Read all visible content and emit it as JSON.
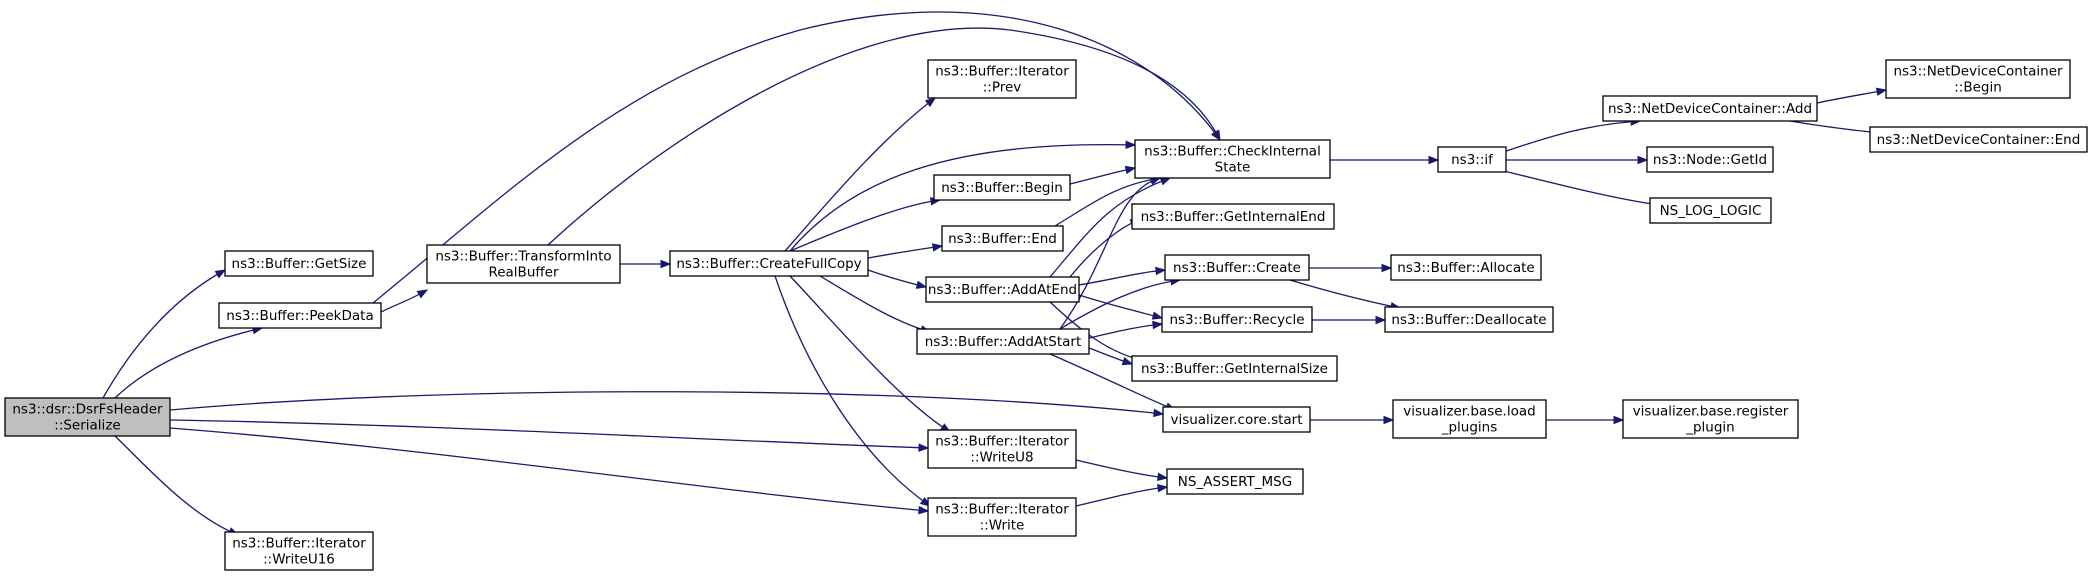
{
  "nodes": {
    "root": {
      "lines": [
        "ns3::dsr::DsrFsHeader",
        "::Serialize"
      ],
      "fill": "#bfbfbf"
    },
    "getsize": {
      "lines": [
        "ns3::Buffer::GetSize"
      ]
    },
    "peekdata": {
      "lines": [
        "ns3::Buffer::PeekData"
      ]
    },
    "writeu16": {
      "lines": [
        "ns3::Buffer::Iterator",
        "::WriteU16"
      ]
    },
    "transform": {
      "lines": [
        "ns3::Buffer::TransformInto",
        "RealBuffer"
      ]
    },
    "createfull": {
      "lines": [
        "ns3::Buffer::CreateFullCopy"
      ]
    },
    "prev": {
      "lines": [
        "ns3::Buffer::Iterator",
        "::Prev"
      ]
    },
    "begin": {
      "lines": [
        "ns3::Buffer::Begin"
      ]
    },
    "end": {
      "lines": [
        "ns3::Buffer::End"
      ]
    },
    "addatend": {
      "lines": [
        "ns3::Buffer::AddAtEnd"
      ]
    },
    "addatstart": {
      "lines": [
        "ns3::Buffer::AddAtStart"
      ]
    },
    "writeu8": {
      "lines": [
        "ns3::Buffer::Iterator",
        "::WriteU8"
      ]
    },
    "write": {
      "lines": [
        "ns3::Buffer::Iterator",
        "::Write"
      ]
    },
    "checkinternal": {
      "lines": [
        "ns3::Buffer::CheckInternal",
        "State"
      ]
    },
    "getinternalend": {
      "lines": [
        "ns3::Buffer::GetInternalEnd"
      ]
    },
    "create": {
      "lines": [
        "ns3::Buffer::Create"
      ]
    },
    "recycle": {
      "lines": [
        "ns3::Buffer::Recycle"
      ]
    },
    "getinternalsize": {
      "lines": [
        "ns3::Buffer::GetInternalSize"
      ]
    },
    "vcstart": {
      "lines": [
        "visualizer.core.start"
      ]
    },
    "assert": {
      "lines": [
        "NS_ASSERT_MSG"
      ]
    },
    "nsif": {
      "lines": [
        "ns3::if"
      ]
    },
    "allocate": {
      "lines": [
        "ns3::Buffer::Allocate"
      ]
    },
    "deallocate": {
      "lines": [
        "ns3::Buffer::Deallocate"
      ]
    },
    "loadplugins": {
      "lines": [
        "visualizer.base.load",
        "_plugins"
      ]
    },
    "ndcadd": {
      "lines": [
        "ns3::NetDeviceContainer::Add"
      ]
    },
    "getid": {
      "lines": [
        "ns3::Node::GetId"
      ]
    },
    "loglogic": {
      "lines": [
        "NS_LOG_LOGIC"
      ]
    },
    "registerplugin": {
      "lines": [
        "visualizer.base.register",
        "_plugin"
      ]
    },
    "ndcbegin": {
      "lines": [
        "ns3::NetDeviceContainer",
        "::Begin"
      ]
    },
    "ndcend": {
      "lines": [
        "ns3::NetDeviceContainer::End"
      ]
    }
  },
  "edges": [
    [
      "root",
      "getsize"
    ],
    [
      "root",
      "peekdata"
    ],
    [
      "root",
      "writeu16"
    ],
    [
      "root",
      "vcstart"
    ],
    [
      "root",
      "writeu8"
    ],
    [
      "root",
      "write"
    ],
    [
      "peekdata",
      "transform"
    ],
    [
      "peekdata",
      "checkinternal"
    ],
    [
      "transform",
      "createfull"
    ],
    [
      "transform",
      "checkinternal"
    ],
    [
      "createfull",
      "prev"
    ],
    [
      "createfull",
      "checkinternal"
    ],
    [
      "createfull",
      "begin"
    ],
    [
      "createfull",
      "end"
    ],
    [
      "createfull",
      "addatend"
    ],
    [
      "createfull",
      "addatstart"
    ],
    [
      "createfull",
      "writeu8"
    ],
    [
      "createfull",
      "write"
    ],
    [
      "begin",
      "checkinternal"
    ],
    [
      "end",
      "checkinternal"
    ],
    [
      "addatend",
      "checkinternal"
    ],
    [
      "addatend",
      "getinternalend"
    ],
    [
      "addatend",
      "create"
    ],
    [
      "addatend",
      "recycle"
    ],
    [
      "addatend",
      "getinternalsize"
    ],
    [
      "addatstart",
      "checkinternal"
    ],
    [
      "addatstart",
      "create"
    ],
    [
      "addatstart",
      "recycle"
    ],
    [
      "addatstart",
      "getinternalsize"
    ],
    [
      "addatstart",
      "vcstart"
    ],
    [
      "writeu8",
      "assert"
    ],
    [
      "write",
      "assert"
    ],
    [
      "checkinternal",
      "nsif"
    ],
    [
      "nsif",
      "ndcadd"
    ],
    [
      "nsif",
      "getid"
    ],
    [
      "nsif",
      "loglogic"
    ],
    [
      "ndcadd",
      "ndcbegin"
    ],
    [
      "ndcadd",
      "ndcend"
    ],
    [
      "create",
      "allocate"
    ],
    [
      "create",
      "deallocate"
    ],
    [
      "recycle",
      "deallocate"
    ],
    [
      "vcstart",
      "loadplugins"
    ],
    [
      "loadplugins",
      "registerplugin"
    ]
  ],
  "colors": {
    "edge": "#191970",
    "node_fill": "#ffffff",
    "root_fill": "#bfbfbf",
    "border": "#000000"
  }
}
